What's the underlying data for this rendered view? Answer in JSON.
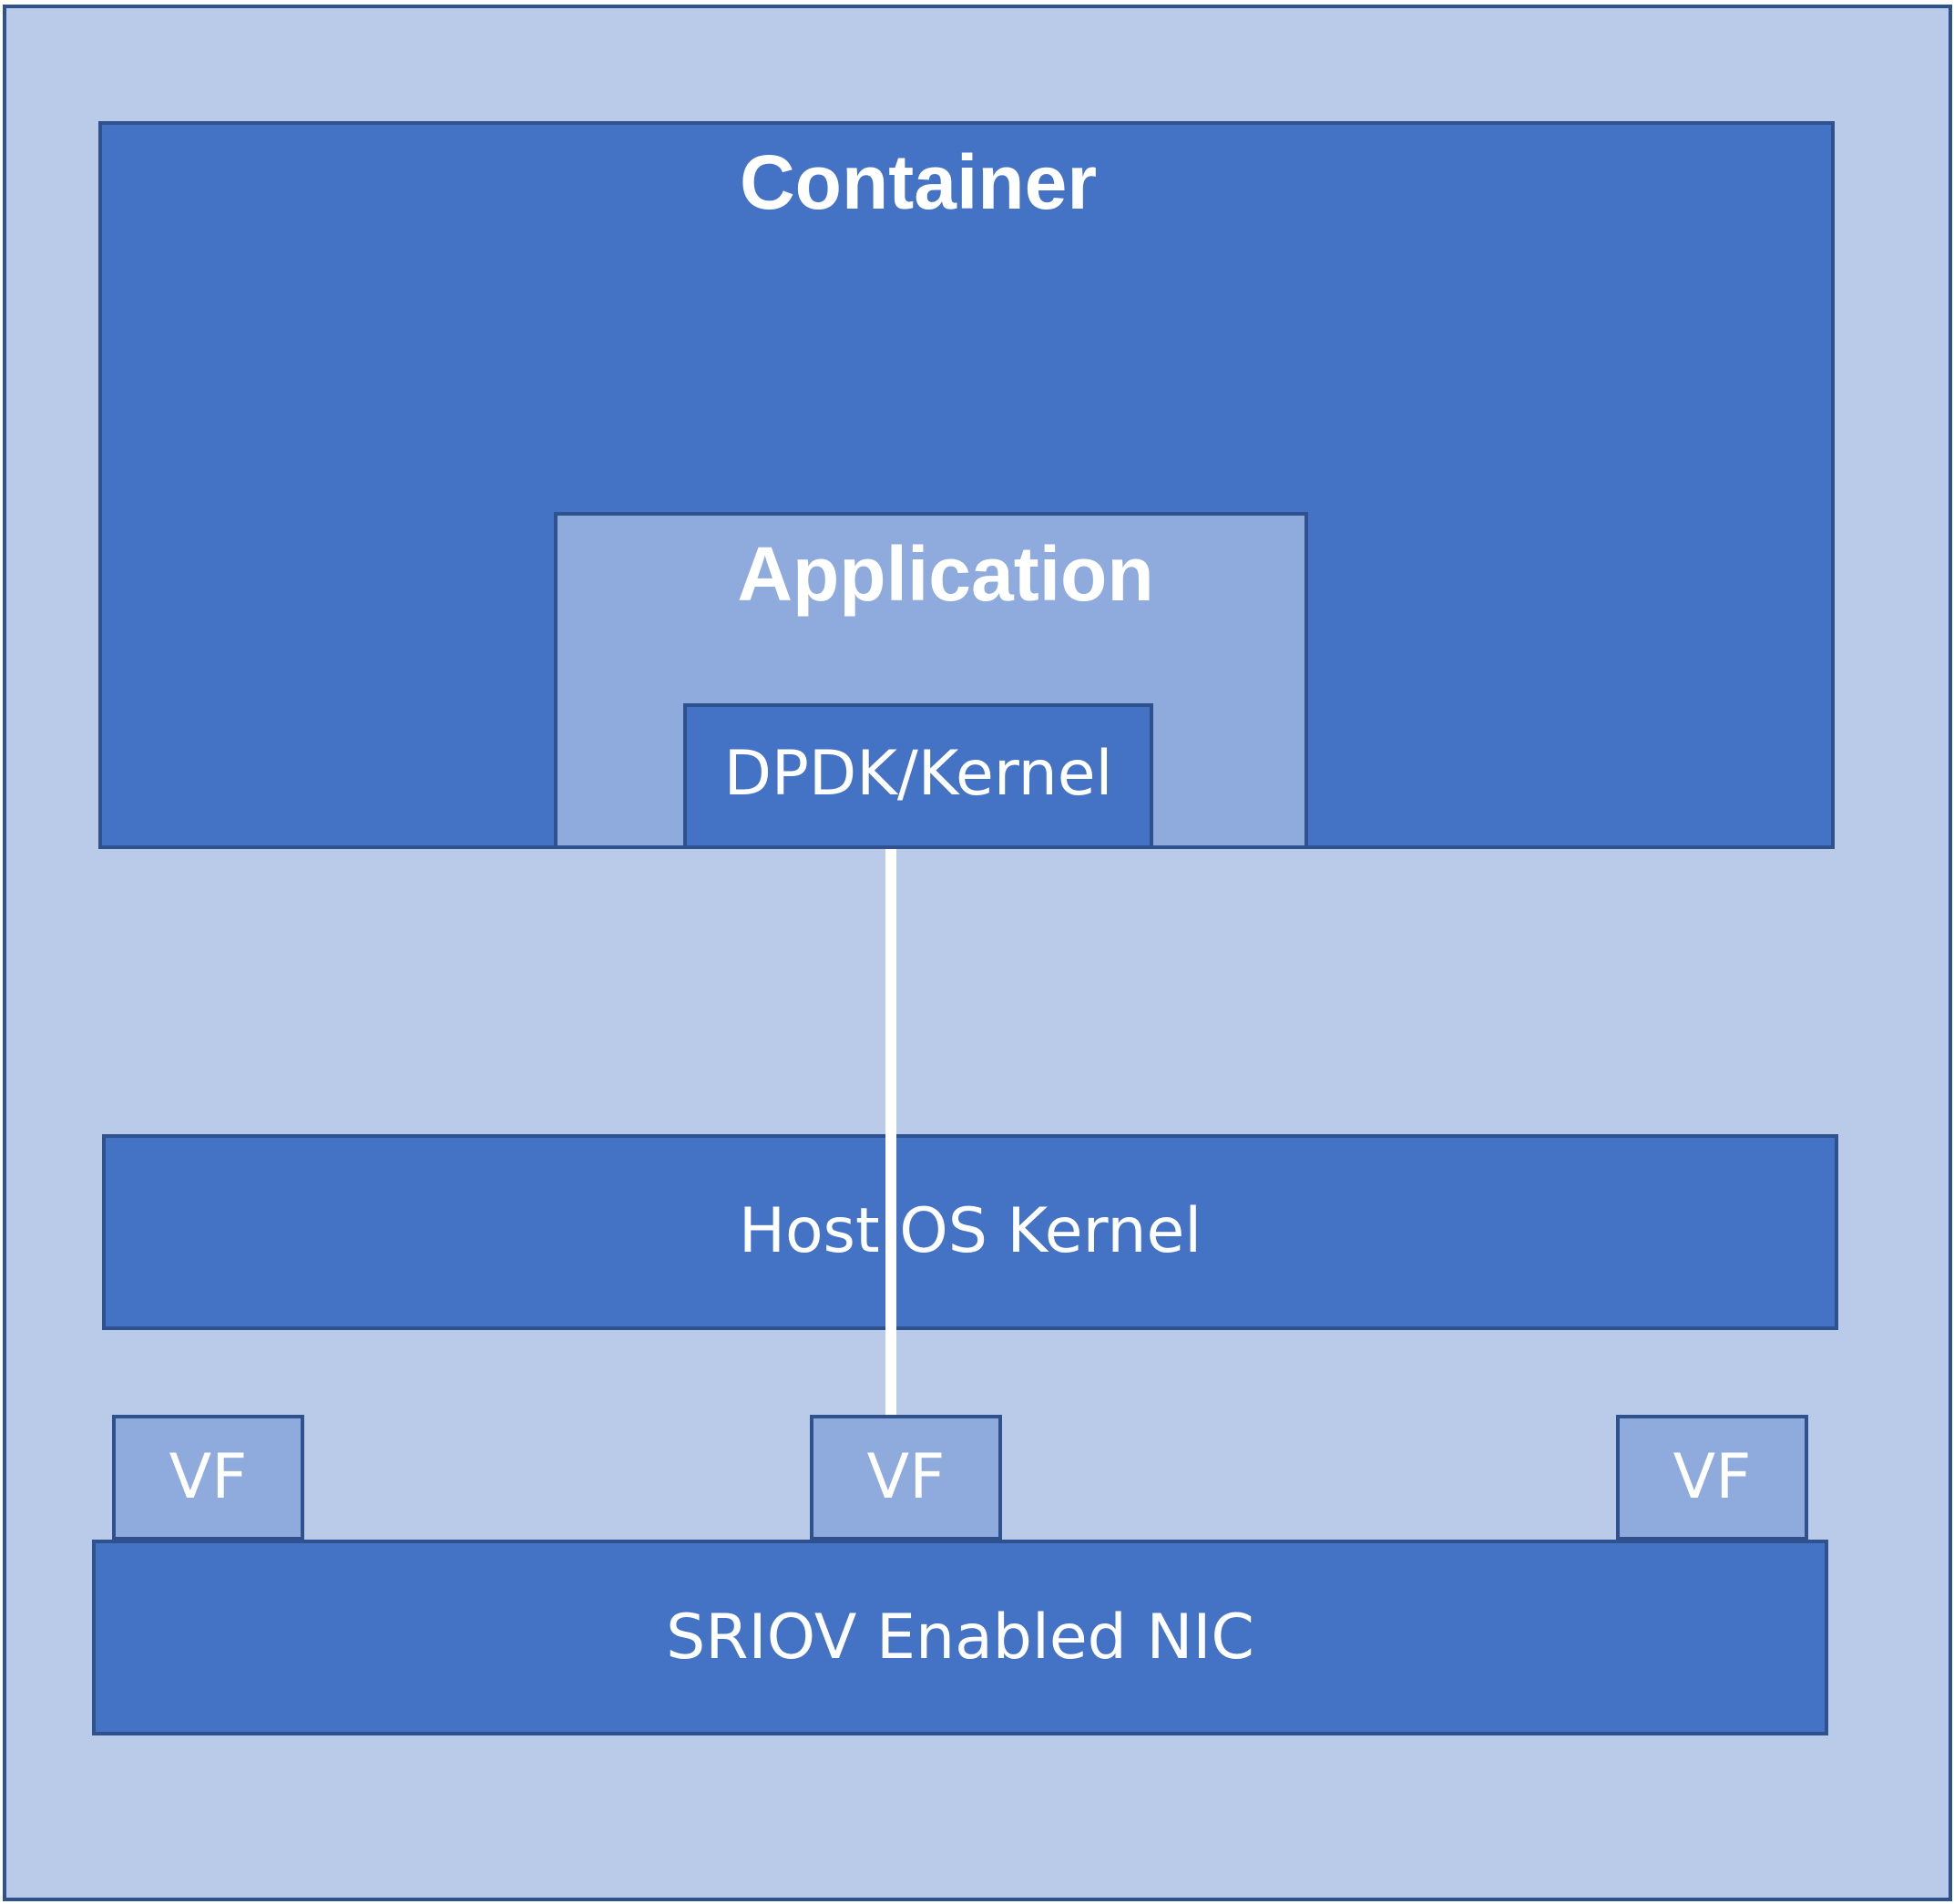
{
  "diagram": {
    "container_label": "Container",
    "application_label": "Application",
    "dpdk_label": "DPDK/Kernel",
    "host_os_label": "Host OS Kernel",
    "vf_labels": [
      "VF",
      "VF",
      "VF"
    ],
    "nic_label": "SRIOV Enabled NIC"
  },
  "colors": {
    "outer_fill": "#b9cbe9",
    "dark_fill": "#4472c4",
    "light_fill": "#8faadc",
    "border": "#2f528f",
    "text": "#ffffff"
  }
}
